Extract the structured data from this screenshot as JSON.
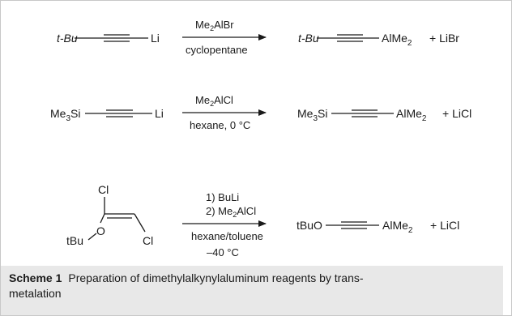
{
  "reactions": [
    {
      "reactant_left": "t-Bu",
      "reactant_right": "Li",
      "reagent": "Me2AlBr",
      "conditions": [
        "cyclopentane"
      ],
      "product_left": "t-Bu",
      "product_right": "AlMe2",
      "byproduct": "+ LiBr"
    },
    {
      "reactant_left": "Me3Si",
      "reactant_right": "Li",
      "reagent": "Me2AlCl",
      "conditions": [
        "hexane, 0 °C"
      ],
      "product_left": "Me3Si",
      "product_right": "AlMe2",
      "byproduct": "+ LiCl"
    },
    {
      "reactant_atoms": [
        "Cl",
        "tBuO",
        "Cl"
      ],
      "reagents": [
        "1) BuLi",
        "2) Me2AlCl"
      ],
      "conditions": [
        "hexane/toluene",
        "–40 °C"
      ],
      "product_left": "tBuO",
      "product_right": "AlMe2",
      "byproduct": "+ LiCl"
    }
  ],
  "caption": {
    "label": "Scheme 1",
    "text_line1": "Preparation of dimethylalkynylaluminum reagents by trans-",
    "text_line2": "metalation"
  }
}
